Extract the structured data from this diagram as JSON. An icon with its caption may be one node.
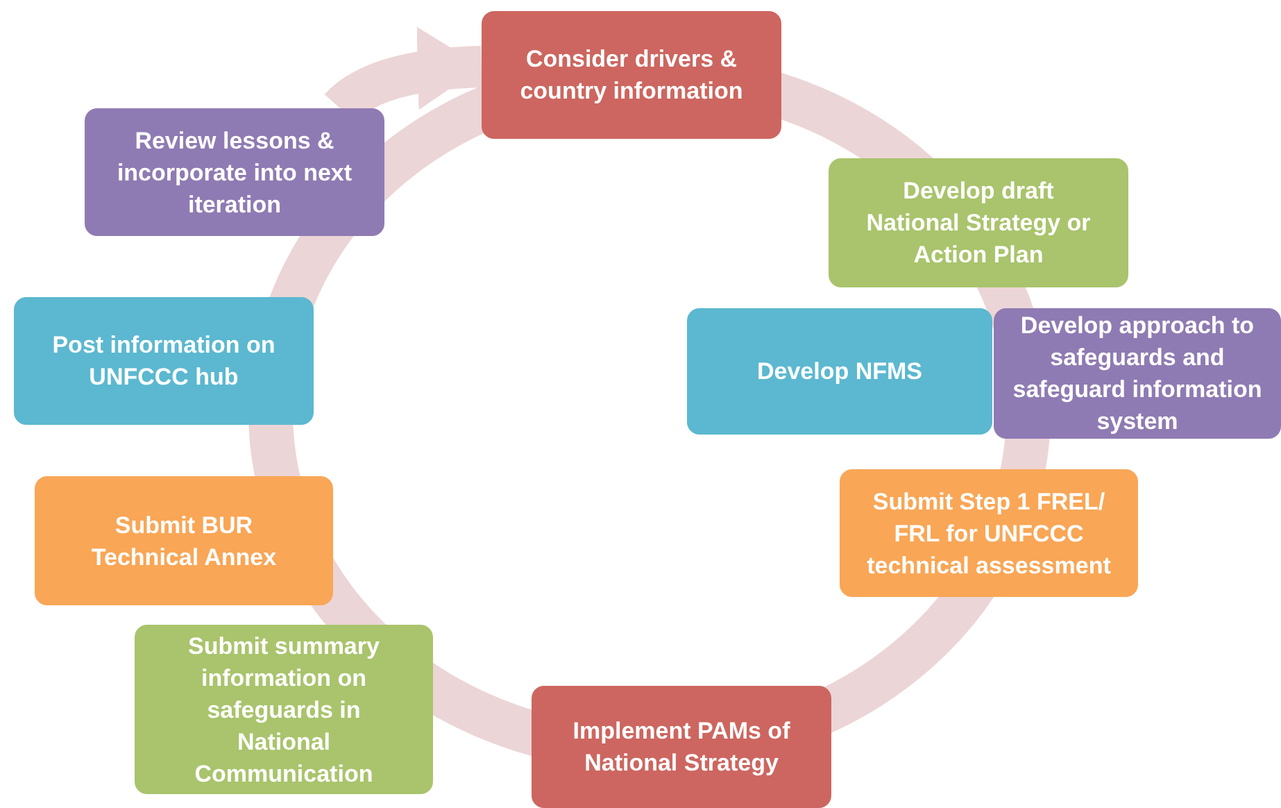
{
  "diagram": {
    "nodes": [
      {
        "text": [
          "Consider drivers & country information"
        ]
      },
      {
        "text": [
          "Develop draft National Strategy or Action Plan"
        ]
      },
      {
        "text": [
          "Develop NFMS"
        ]
      },
      {
        "text": [
          "Develop approach to safeguards and safeguard information system"
        ]
      },
      {
        "text": [
          "Submit Step 1 FREL/ FRL for UNFCCC technical assessment"
        ]
      },
      {
        "text": [
          "Implement PAMs of National Strategy"
        ]
      },
      {
        "text": [
          "Submit summary information on safeguards in National Communication"
        ]
      },
      {
        "text": [
          "Submit BUR Technical Annex"
        ]
      },
      {
        "text": [
          "Post information on UNFCCC hub"
        ]
      },
      {
        "text": [
          "Review lessons & incorporate into next iteration"
        ]
      }
    ],
    "edges": [
      {
        "from": 9,
        "to": 0,
        "arrow": "to"
      }
    ]
  }
}
